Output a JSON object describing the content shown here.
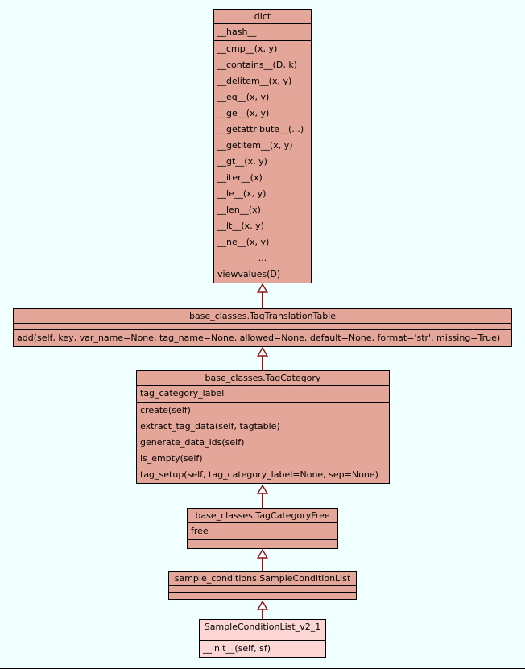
{
  "colors": {
    "background": "#f0ffff",
    "box-fill": "#e4a698",
    "highlight-fill": "#fcd6d5",
    "arrow-color": "#8b1616",
    "border-color": "#000000"
  },
  "classes": [
    {
      "name": "dict",
      "attributes": [
        "__hash__"
      ],
      "methods": [
        "__cmp__(x, y)",
        "__contains__(D, k)",
        "__delitem__(x, y)",
        "__eq__(x, y)",
        "__ge__(x, y)",
        "__getattribute__(...)",
        "__getitem__(x, y)",
        "__gt__(x, y)",
        "__iter__(x)",
        "__le__(x, y)",
        "__len__(x)",
        "__lt__(x, y)",
        "__ne__(x, y)",
        "...",
        "viewvalues(D)"
      ]
    },
    {
      "name": "base_classes.TagTranslationTable",
      "attributes": [],
      "methods": [
        "add(self, key, var_name=None, tag_name=None, allowed=None, default=None, format='str', missing=True)"
      ]
    },
    {
      "name": "base_classes.TagCategory",
      "attributes": [
        "tag_category_label"
      ],
      "methods": [
        "create(self)",
        "extract_tag_data(self, tagtable)",
        "generate_data_ids(self)",
        "is_empty(self)",
        "tag_setup(self, tag_category_label=None, sep=None)"
      ]
    },
    {
      "name": "base_classes.TagCategoryFree",
      "attributes": [
        "free"
      ],
      "methods": []
    },
    {
      "name": "sample_conditions.SampleConditionList",
      "attributes": [],
      "methods": []
    },
    {
      "name": "SampleConditionList_v2_1",
      "attributes": [],
      "methods": [
        "__init__(self, sf)"
      ]
    }
  ],
  "inheritance_edges": [
    {
      "child": "base_classes.TagTranslationTable",
      "parent": "dict"
    },
    {
      "child": "base_classes.TagCategory",
      "parent": "base_classes.TagTranslationTable"
    },
    {
      "child": "base_classes.TagCategoryFree",
      "parent": "base_classes.TagCategory"
    },
    {
      "child": "sample_conditions.SampleConditionList",
      "parent": "base_classes.TagCategoryFree"
    },
    {
      "child": "SampleConditionList_v2_1",
      "parent": "sample_conditions.SampleConditionList"
    }
  ]
}
